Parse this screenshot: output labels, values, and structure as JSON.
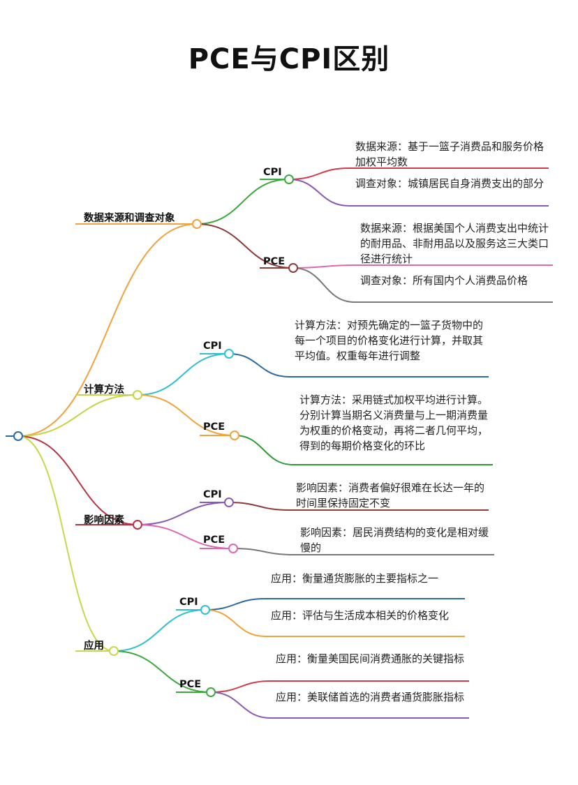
{
  "title": "PCE与CPI区别",
  "colors": {
    "orange": "#f0a33c",
    "yellow": "#c6d342",
    "crimson": "#b83142",
    "lime": "#c8d84a",
    "green": "#3aa83a",
    "brown": "#8c3a3a",
    "red": "#d23a4a",
    "purple": "#8a5ab0",
    "pink": "#e066b0",
    "gray": "#777777",
    "teal": "#2ec0cc",
    "navy": "#2a6aa0",
    "darkgreen": "#2a9a3a"
  },
  "branches": [
    {
      "label": "数据来源和调查对象",
      "subs": [
        {
          "label": "CPI",
          "leaves": [
            {
              "text": "数据来源：基于一篮子消费品和服务价格加权平均数"
            },
            {
              "text": "调查对象：城镇居民自身消费支出的部分"
            }
          ]
        },
        {
          "label": "PCE",
          "leaves": [
            {
              "text": "数据来源：根据美国个人消费支出中统计的耐用品、非耐用品以及服务这三大类口径进行统计"
            },
            {
              "text": "调查对象：所有国内个人消费品价格"
            }
          ]
        }
      ]
    },
    {
      "label": "计算方法",
      "subs": [
        {
          "label": "CPI",
          "leaves": [
            {
              "text": "计算方法：对预先确定的一篮子货物中的每一个项目的价格变化进行计算，并取其平均值。权重每年进行调整"
            }
          ]
        },
        {
          "label": "PCE",
          "leaves": [
            {
              "text": "计算方法：采用链式加权平均进行计算。分别计算当期名义消费量与上一期消费量为权重的价格变动，再将二者几何平均，得到的每期价格变化的环比"
            }
          ]
        }
      ]
    },
    {
      "label": "影响因素",
      "subs": [
        {
          "label": "CPI",
          "leaves": [
            {
              "text": "影响因素：消费者偏好很难在长达一年的时间里保持固定不变"
            }
          ]
        },
        {
          "label": "PCE",
          "leaves": [
            {
              "text": "影响因素：居民消费结构的变化是相对缓慢的"
            }
          ]
        }
      ]
    },
    {
      "label": "应用",
      "subs": [
        {
          "label": "CPI",
          "leaves": [
            {
              "text": "应用：衡量通货膨胀的主要指标之一"
            },
            {
              "text": "应用：评估与生活成本相关的价格变化"
            }
          ]
        },
        {
          "label": "PCE",
          "leaves": [
            {
              "text": "应用：衡量美国民间消费通胀的关键指标"
            },
            {
              "text": "应用：美联储首选的消费者通货膨胀指标"
            }
          ]
        }
      ]
    }
  ]
}
